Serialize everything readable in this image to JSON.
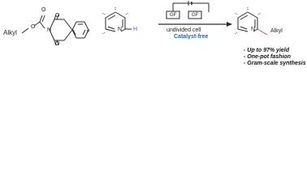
{
  "diagram": {
    "left_substituent": "Alkyl",
    "oxygen_label": "O",
    "nitrogen_label": "N",
    "plus_sign": "+",
    "hydrogen_label": "H",
    "electrode_left": "GF",
    "electrode_right": "GF",
    "condition_cell": "undivided cell",
    "condition_catalyst": "Catalyst-free",
    "product_substituent": "Alkyl",
    "benefits": [
      "- Up to 97% yield",
      "- One-pot fashion",
      "- Gram-scale synthesis"
    ]
  },
  "colors": {
    "hydrogen": "#2f6de1",
    "catalyst": "#1f5fe0",
    "product_bond": "#d04b5b",
    "line": "#2a2a2a"
  }
}
